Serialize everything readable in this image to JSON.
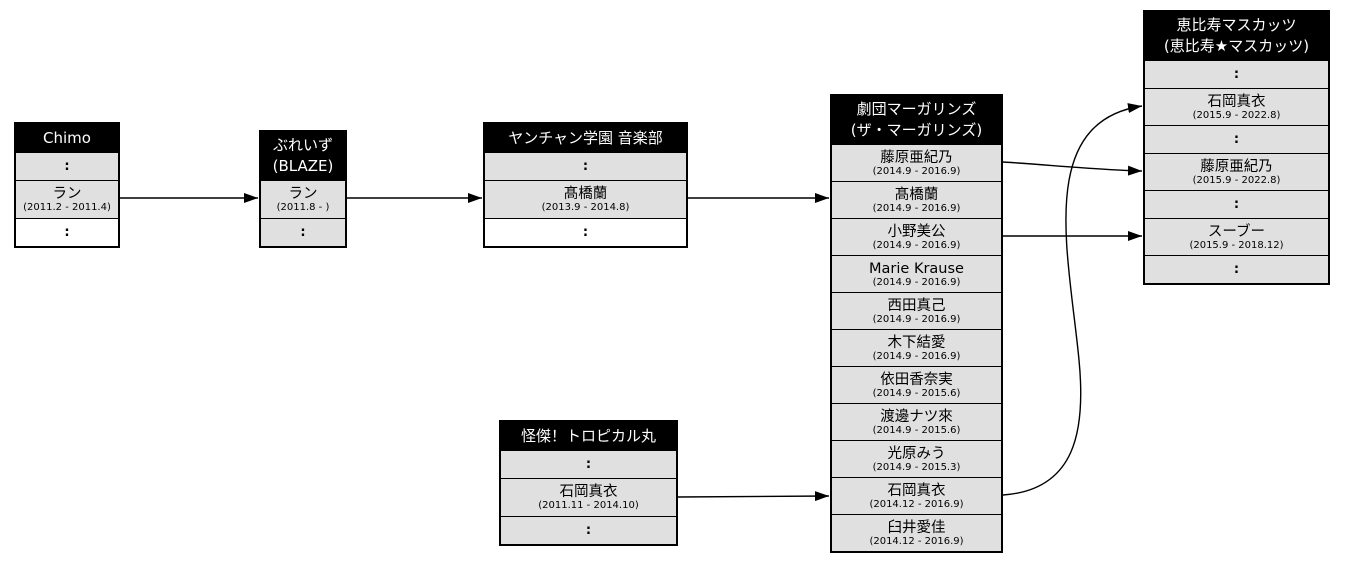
{
  "diagram_title": "idol-group-membership-lineage",
  "colors": {
    "header_bg": "#000000",
    "header_text": "#ffffff",
    "row_gray": "#e0e0e0",
    "row_white": "#ffffff",
    "border": "#000000",
    "arrow": "#000000"
  },
  "boxes": [
    {
      "id": "chimo",
      "title_lines": [
        "Chimo"
      ],
      "rows": [
        {
          "type": "ellipsis",
          "text": ":"
        },
        {
          "type": "member",
          "name": "ラン",
          "dates": "(2011.2 - 2011.4)"
        },
        {
          "type": "ellipsis",
          "text": ":"
        }
      ]
    },
    {
      "id": "blaze",
      "title_lines": [
        "ぶれいず",
        "(BLAZE)"
      ],
      "rows": [
        {
          "type": "member",
          "name": "ラン",
          "dates": "(2011.8 - )"
        },
        {
          "type": "ellipsis",
          "text": ":"
        }
      ]
    },
    {
      "id": "yanchan",
      "title_lines": [
        "ヤンチャン学園 音楽部"
      ],
      "rows": [
        {
          "type": "ellipsis",
          "text": ":"
        },
        {
          "type": "member",
          "name": "髙橋蘭",
          "dates": "(2013.9 - 2014.8)"
        },
        {
          "type": "ellipsis",
          "text": ":"
        }
      ]
    },
    {
      "id": "margarines",
      "title_lines": [
        "劇団マーガリンズ",
        "(ザ・マーガリンズ)"
      ],
      "rows": [
        {
          "type": "member",
          "name": "藤原亜紀乃",
          "dates": "(2014.9 - 2016.9)"
        },
        {
          "type": "member",
          "name": "髙橋蘭",
          "dates": "(2014.9 - 2016.9)"
        },
        {
          "type": "member",
          "name": "小野美公",
          "dates": "(2014.9 - 2016.9)"
        },
        {
          "type": "member",
          "name": "Marie Krause",
          "dates": "(2014.9 - 2016.9)"
        },
        {
          "type": "member",
          "name": "西田真己",
          "dates": "(2014.9 - 2016.9)"
        },
        {
          "type": "member",
          "name": "木下結愛",
          "dates": "(2014.9 - 2016.9)"
        },
        {
          "type": "member",
          "name": "依田香奈実",
          "dates": "(2014.9 - 2015.6)"
        },
        {
          "type": "member",
          "name": "渡邊ナツ來",
          "dates": "(2014.9 - 2015.6)"
        },
        {
          "type": "member",
          "name": "光原みう",
          "dates": "(2014.9 - 2015.3)"
        },
        {
          "type": "member",
          "name": "石岡真衣",
          "dates": "(2014.12 - 2016.9)"
        },
        {
          "type": "member",
          "name": "臼井愛佳",
          "dates": "(2014.12 - 2016.9)"
        }
      ]
    },
    {
      "id": "tropical",
      "title_lines": [
        "怪傑！トロピカル丸"
      ],
      "rows": [
        {
          "type": "ellipsis",
          "text": ":"
        },
        {
          "type": "member",
          "name": "石岡真衣",
          "dates": "(2011.11 - 2014.10)"
        },
        {
          "type": "ellipsis",
          "text": ":"
        }
      ]
    },
    {
      "id": "muscats",
      "title_lines": [
        "恵比寿マスカッツ",
        "(恵比寿★マスカッツ)"
      ],
      "rows": [
        {
          "type": "ellipsis",
          "text": ":"
        },
        {
          "type": "member",
          "name": "石岡真衣",
          "dates": "(2015.9 - 2022.8)"
        },
        {
          "type": "ellipsis",
          "text": ":"
        },
        {
          "type": "member",
          "name": "藤原亜紀乃",
          "dates": "(2015.9 - 2022.8)"
        },
        {
          "type": "ellipsis",
          "text": ":"
        },
        {
          "type": "member",
          "name": "スーブー",
          "dates": "(2015.9 - 2018.12)"
        },
        {
          "type": "ellipsis",
          "text": ":"
        }
      ]
    }
  ],
  "edges": [
    {
      "from": "Chimo:ラン",
      "to": "ぶれいず(BLAZE):ラン"
    },
    {
      "from": "ぶれいず(BLAZE):ラン",
      "to": "ヤンチャン学園 音楽部:髙橋蘭"
    },
    {
      "from": "ヤンチャン学園 音楽部:髙橋蘭",
      "to": "劇団マーガリンズ:髙橋蘭"
    },
    {
      "from": "怪傑！トロピカル丸:石岡真衣",
      "to": "劇団マーガリンズ:石岡真衣"
    },
    {
      "from": "劇団マーガリンズ:藤原亜紀乃",
      "to": "恵比寿マスカッツ:藤原亜紀乃"
    },
    {
      "from": "劇団マーガリンズ:小野美公",
      "to": "恵比寿マスカッツ:スーブー"
    },
    {
      "from": "劇団マーガリンズ:石岡真衣",
      "to": "恵比寿マスカッツ:石岡真衣"
    }
  ]
}
